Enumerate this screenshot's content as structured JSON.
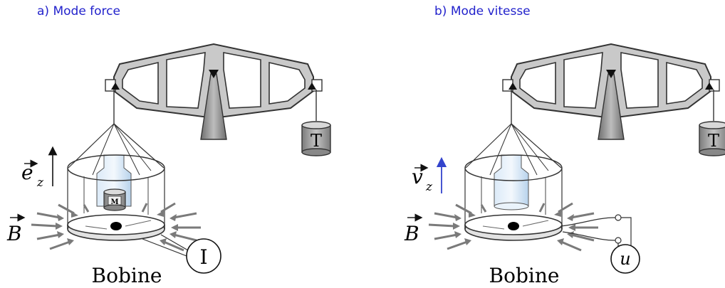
{
  "panels": {
    "a": {
      "title": "a) Mode force",
      "axis_label": "e",
      "axis_sub": "z",
      "field_label": "B",
      "mass_label": "M",
      "tare_label": "T",
      "current_label": "I",
      "coil_label": "Bobine"
    },
    "b": {
      "title": "b) Mode vitesse",
      "axis_label": "v",
      "axis_sub": "z",
      "field_label": "B",
      "tare_label": "T",
      "voltage_label": "u",
      "coil_label": "Bobine"
    }
  },
  "colors": {
    "title": "#2222cc",
    "beam_fill": "#c9c9c9",
    "beam_stroke": "#333333",
    "tube_fill": "#cfe3f5",
    "arrow_gray": "#7a7a7a",
    "vz_arrow": "#3344cc"
  }
}
